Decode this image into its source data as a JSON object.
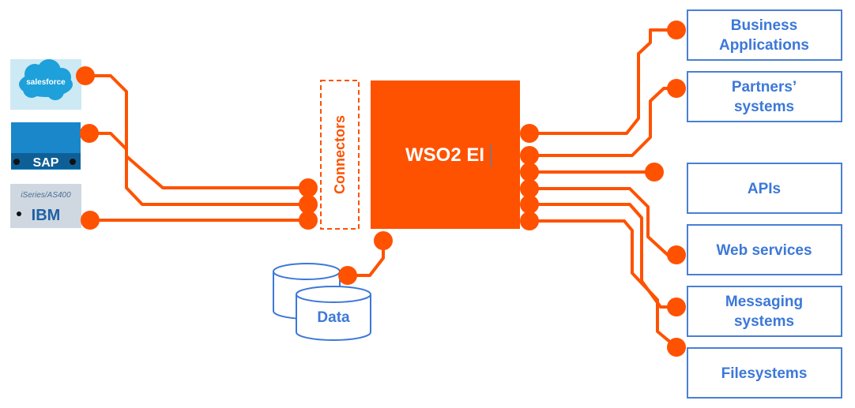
{
  "core": {
    "label": "WSO2 EI"
  },
  "connectors": {
    "label": "Connectors"
  },
  "data_store": {
    "label": "Data"
  },
  "sources": [
    {
      "name": "salesforce",
      "logo_text": "salesforce"
    },
    {
      "name": "sap",
      "logo_text": "SAP"
    },
    {
      "name": "ibm",
      "logo_text": "IBM",
      "sub_text": "iSeries/AS400"
    }
  ],
  "targets": [
    {
      "id": "business-applications",
      "lines": [
        "Business",
        "Applications"
      ]
    },
    {
      "id": "partners-systems",
      "lines": [
        "Partners’",
        "systems"
      ]
    },
    {
      "id": "apis",
      "lines": [
        "APIs"
      ]
    },
    {
      "id": "web-services",
      "lines": [
        "Web services"
      ]
    },
    {
      "id": "messaging-systems",
      "lines": [
        "Messaging",
        "systems"
      ]
    },
    {
      "id": "filesystems",
      "lines": [
        "Filesystems"
      ]
    }
  ],
  "colors": {
    "accent": "#fe5200",
    "box_border": "#4a7fd4",
    "box_text": "#3c78d8",
    "salesforce_bg": "#cde9f3",
    "salesforce_cloud": "#1ea0da",
    "sap_bg": "#1987c9",
    "ibm_bg": "#cfd8e0"
  }
}
